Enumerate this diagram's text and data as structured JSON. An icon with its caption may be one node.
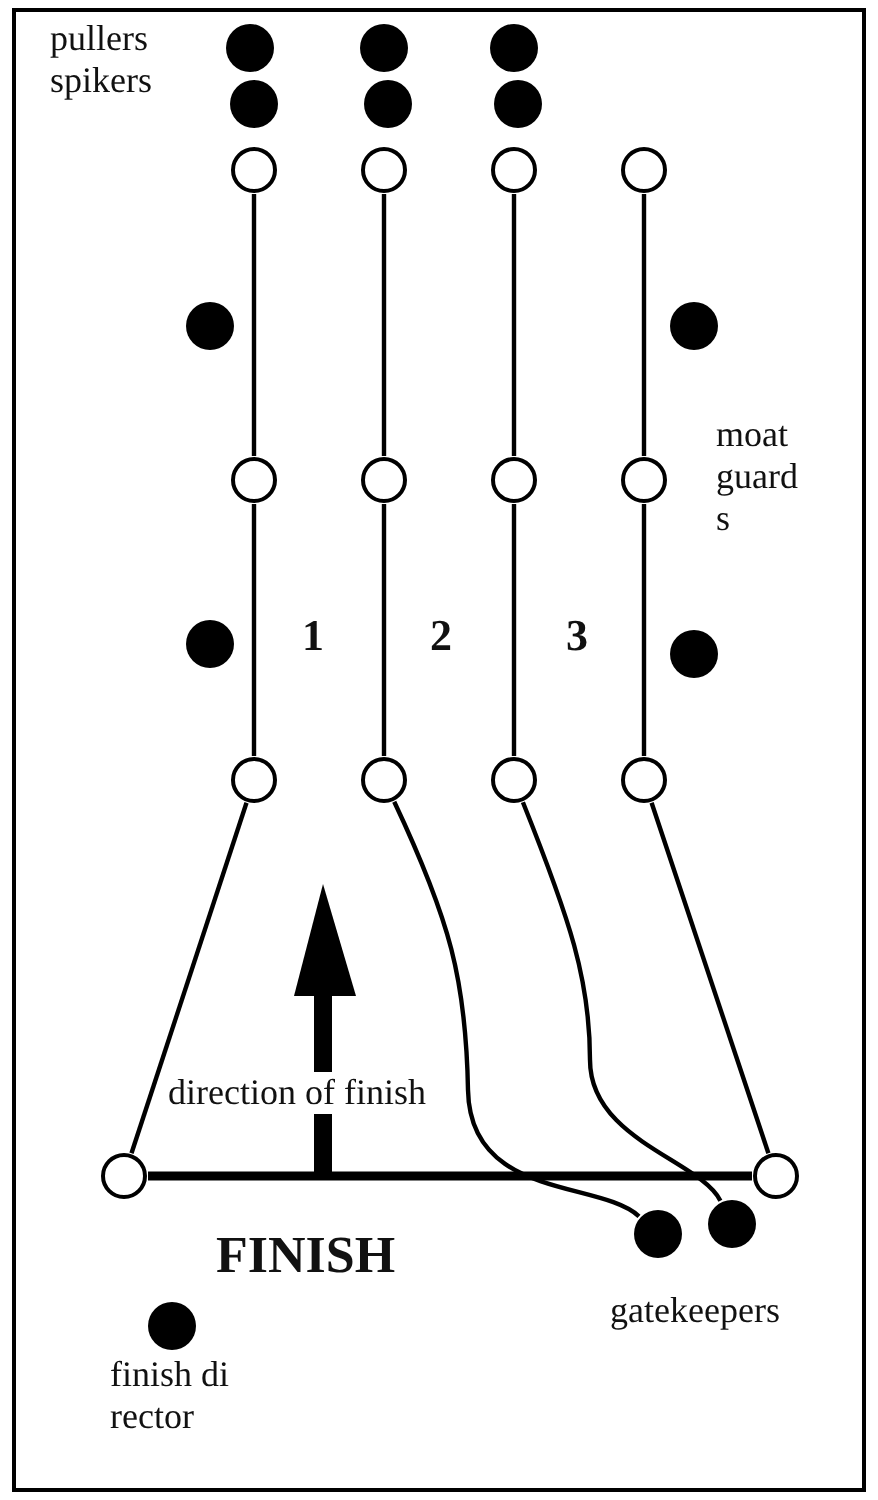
{
  "diagram": {
    "nodes": [
      {
        "text": [],
        "shape": "dot"
      },
      {
        "text": [],
        "shape": "dot"
      },
      {
        "text": [],
        "shape": "dot"
      },
      {
        "text": [],
        "shape": "dot"
      },
      {
        "text": [],
        "shape": "dot"
      },
      {
        "text": [],
        "shape": "dot"
      },
      {
        "text": [],
        "shape": "circle"
      },
      {
        "text": [],
        "shape": "circle"
      },
      {
        "text": [],
        "shape": "circle"
      },
      {
        "text": [],
        "shape": "circle"
      },
      {
        "text": [],
        "shape": "dot"
      },
      {
        "text": [],
        "shape": "dot"
      },
      {
        "text": [],
        "shape": "circle"
      },
      {
        "text": [],
        "shape": "circle"
      },
      {
        "text": [],
        "shape": "circle"
      },
      {
        "text": [],
        "shape": "circle"
      },
      {
        "text": [],
        "shape": "dot"
      },
      {
        "text": [],
        "shape": "dot"
      },
      {
        "text": [],
        "shape": "circle"
      },
      {
        "text": [],
        "shape": "circle"
      },
      {
        "text": [],
        "shape": "circle"
      },
      {
        "text": [],
        "shape": "circle"
      },
      {
        "text": [],
        "shape": "circle"
      },
      {
        "text": [],
        "shape": "circle"
      },
      {
        "text": [],
        "shape": "dot"
      },
      {
        "text": [],
        "shape": "dot"
      },
      {
        "text": [],
        "shape": "dot"
      }
    ],
    "edges": [
      {
        "from": 6,
        "to": 12,
        "arrow": "none"
      },
      {
        "from": 12,
        "to": 18,
        "arrow": "none"
      },
      {
        "from": 7,
        "to": 13,
        "arrow": "none"
      },
      {
        "from": 13,
        "to": 19,
        "arrow": "none"
      },
      {
        "from": 8,
        "to": 14,
        "arrow": "none"
      },
      {
        "from": 14,
        "to": 20,
        "arrow": "none"
      },
      {
        "from": 9,
        "to": 15,
        "arrow": "none"
      },
      {
        "from": 15,
        "to": 21,
        "arrow": "none"
      },
      {
        "from": 18,
        "to": 22,
        "arrow": "none"
      },
      {
        "from": 21,
        "to": 23,
        "arrow": "none"
      },
      {
        "from": 19,
        "to": 24,
        "arrow": "none"
      },
      {
        "from": 20,
        "to": 25,
        "arrow": "none"
      },
      {
        "from": 22,
        "to": 23,
        "arrow": "none",
        "style": "thick"
      }
    ],
    "labels": [
      "pullers",
      "spikers",
      "moat guards",
      "1",
      "2",
      "3",
      "direction of finish",
      "FINISH",
      "gatekeepers",
      "finish director"
    ]
  }
}
